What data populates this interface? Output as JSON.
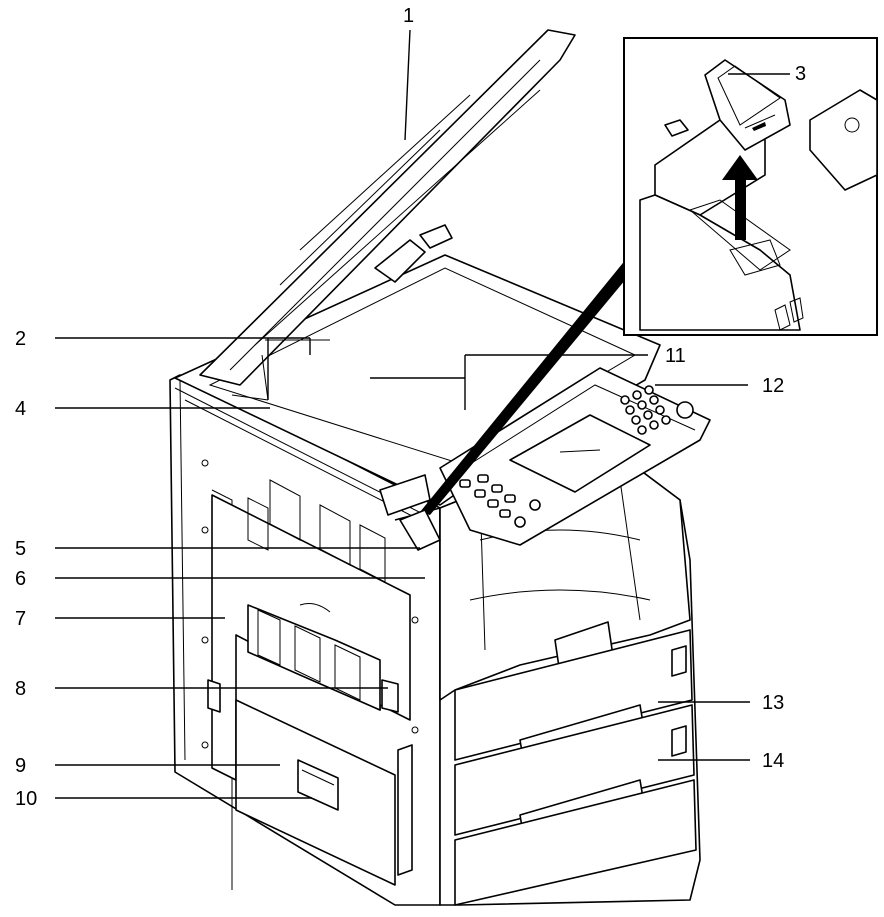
{
  "callouts": [
    {
      "id": "1",
      "text": "1"
    },
    {
      "id": "2",
      "text": "2"
    },
    {
      "id": "3",
      "text": "3"
    },
    {
      "id": "4",
      "text": "4"
    },
    {
      "id": "5",
      "text": "5"
    },
    {
      "id": "6",
      "text": "6"
    },
    {
      "id": "7",
      "text": "7"
    },
    {
      "id": "8",
      "text": "8"
    },
    {
      "id": "9",
      "text": "9"
    },
    {
      "id": "10",
      "text": "10"
    },
    {
      "id": "11",
      "text": "11"
    },
    {
      "id": "12",
      "text": "12"
    },
    {
      "id": "13",
      "text": "13"
    },
    {
      "id": "14",
      "text": "14"
    }
  ],
  "colors": {
    "ink": "#000000",
    "paper": "#ffffff"
  },
  "icons": [
    "arrow-up-icon"
  ]
}
